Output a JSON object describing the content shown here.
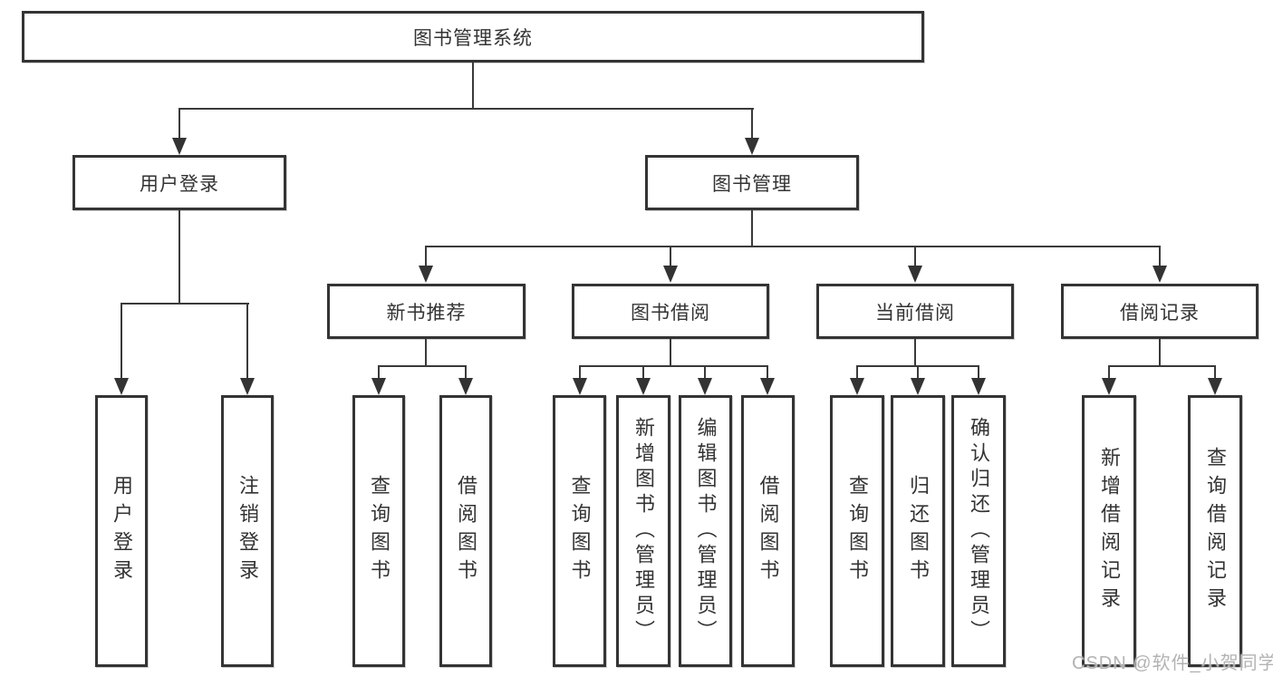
{
  "tree": {
    "label": "图书管理系统",
    "children": [
      {
        "label": "用户登录",
        "children": [
          {
            "label": "用户登录"
          },
          {
            "label": "注销登录"
          }
        ]
      },
      {
        "label": "图书管理",
        "children": [
          {
            "label": "新书推荐",
            "children": [
              {
                "label": "查询图书"
              },
              {
                "label": "借阅图书"
              }
            ]
          },
          {
            "label": "图书借阅",
            "children": [
              {
                "label": "查询图书"
              },
              {
                "label": "新增图书（管理员）"
              },
              {
                "label": "编辑图书（管理员）"
              },
              {
                "label": "借阅图书"
              }
            ]
          },
          {
            "label": "当前借阅",
            "children": [
              {
                "label": "查询图书"
              },
              {
                "label": "归还图书"
              },
              {
                "label": "确认归还（管理员）"
              }
            ]
          },
          {
            "label": "借阅记录",
            "children": [
              {
                "label": "新增借阅记录"
              },
              {
                "label": "查询借阅记录"
              }
            ]
          }
        ]
      }
    ]
  },
  "watermark": {
    "text": "CSDN @软件_小贺同学"
  },
  "colors": {
    "line": "#3a3a3a",
    "border": "#343434",
    "text": "#333333",
    "watermark": "#b3b3b3",
    "background": "#ffffff"
  }
}
